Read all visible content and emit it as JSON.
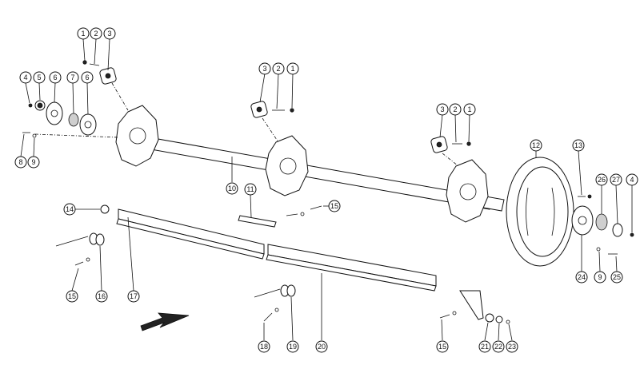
{
  "labels": [
    {
      "id": "c1a",
      "text": "1"
    },
    {
      "id": "c2a",
      "text": "2"
    },
    {
      "id": "c3a",
      "text": "3"
    },
    {
      "id": "c4a",
      "text": "4"
    },
    {
      "id": "c5a",
      "text": "5"
    },
    {
      "id": "c6a",
      "text": "6"
    },
    {
      "id": "c7a",
      "text": "7"
    },
    {
      "id": "c6b",
      "text": "6"
    },
    {
      "id": "c8a",
      "text": "8"
    },
    {
      "id": "c9a",
      "text": "9"
    },
    {
      "id": "c3b",
      "text": "3"
    },
    {
      "id": "c2b",
      "text": "2"
    },
    {
      "id": "c1b",
      "text": "1"
    },
    {
      "id": "c3c",
      "text": "3"
    },
    {
      "id": "c2c",
      "text": "2"
    },
    {
      "id": "c1c",
      "text": "1"
    },
    {
      "id": "c12",
      "text": "12"
    },
    {
      "id": "c13",
      "text": "13"
    },
    {
      "id": "c26",
      "text": "26"
    },
    {
      "id": "c27",
      "text": "27"
    },
    {
      "id": "c4b",
      "text": "4"
    },
    {
      "id": "c10",
      "text": "10"
    },
    {
      "id": "c11",
      "text": "11"
    },
    {
      "id": "c14",
      "text": "14"
    },
    {
      "id": "c15a",
      "text": "15"
    },
    {
      "id": "c15b",
      "text": "15"
    },
    {
      "id": "c16",
      "text": "16"
    },
    {
      "id": "c17",
      "text": "17"
    },
    {
      "id": "c24",
      "text": "24"
    },
    {
      "id": "c9b",
      "text": "9"
    },
    {
      "id": "c25",
      "text": "25"
    },
    {
      "id": "c18",
      "text": "18"
    },
    {
      "id": "c19",
      "text": "19"
    },
    {
      "id": "c20",
      "text": "20"
    },
    {
      "id": "c15c",
      "text": "15"
    },
    {
      "id": "c21",
      "text": "21"
    },
    {
      "id": "c22",
      "text": "22"
    },
    {
      "id": "c23",
      "text": "23"
    }
  ]
}
